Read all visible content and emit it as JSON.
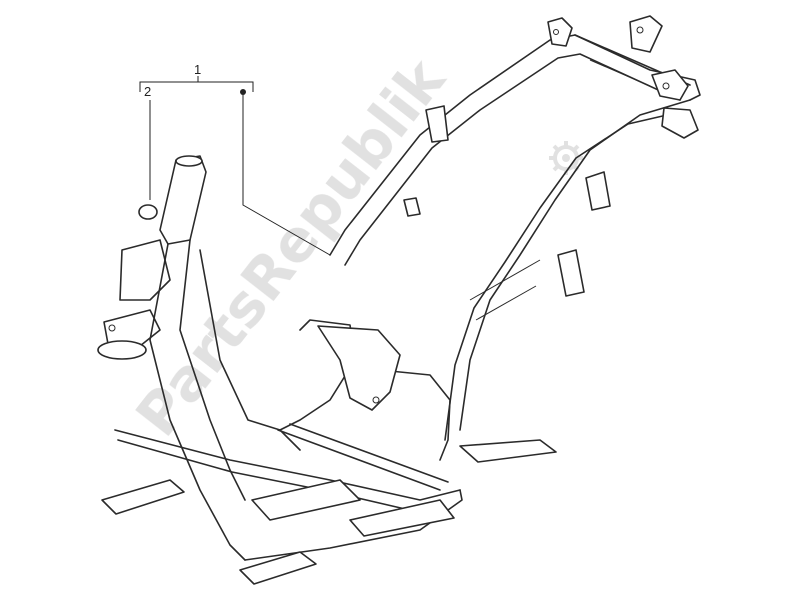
{
  "diagram": {
    "callouts": [
      {
        "number": "1"
      },
      {
        "number": "2"
      }
    ],
    "watermark": {
      "text": "PartsRepublik",
      "logo_icon": "gear-icon"
    },
    "colors": {
      "line": "#2b2b2b",
      "watermark": "#c8c8c8",
      "background": "#ffffff"
    }
  }
}
